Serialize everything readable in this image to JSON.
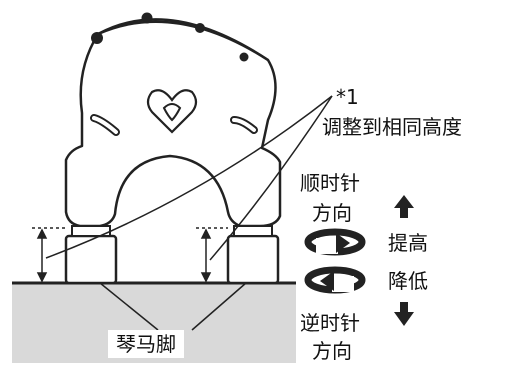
{
  "note": {
    "marker": "*1",
    "text": "调整到相同高度"
  },
  "clockwise": {
    "line1": "顺时针",
    "line2": "方向",
    "effect": "提高"
  },
  "counterclockwise": {
    "line1": "逆时针",
    "line2": "方向",
    "effect": "降低"
  },
  "bridge_feet_label": "琴马脚",
  "colors": {
    "line": "#222222",
    "ground": "#d9d9d9",
    "arrow": "#2a2a2a"
  }
}
